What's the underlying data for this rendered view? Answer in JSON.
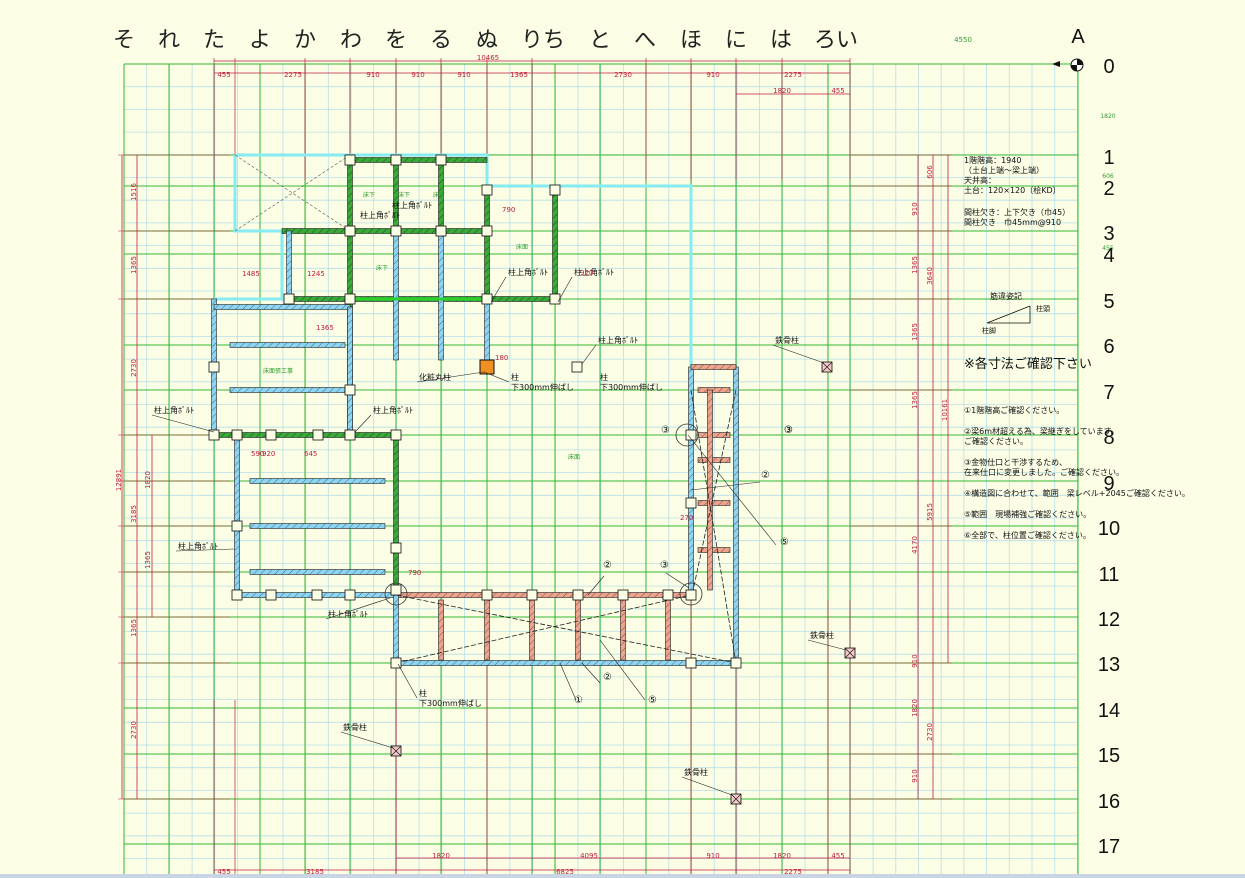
{
  "column_labels": [
    "そ",
    "れ",
    "た",
    "よ",
    "か",
    "わ",
    "を",
    "る",
    "ぬ",
    "り",
    "ち",
    "と",
    "へ",
    "ほ",
    "に",
    "は",
    "ろ",
    "い"
  ],
  "corner_column_label": "A",
  "row_labels": [
    "0",
    "1",
    "2",
    "3",
    "4",
    "5",
    "6",
    "7",
    "8",
    "9",
    "10",
    "11",
    "12",
    "13",
    "14",
    "15",
    "16",
    "17"
  ],
  "top_dims": {
    "overall": "10465",
    "partial_right": "4550",
    "segments": [
      "455",
      "2275",
      "910",
      "910",
      "910",
      "1365",
      "2730",
      "910",
      "2275"
    ],
    "upper_right": [
      "1820",
      "455"
    ]
  },
  "bottom_dims": {
    "row1": [
      "1820",
      "4095",
      "910",
      "1820",
      "455"
    ],
    "row2": [
      "455",
      "3185",
      "6825",
      "2275"
    ]
  },
  "left_dims": [
    "1516",
    "1365",
    "2730",
    "1820",
    "3185",
    "12891",
    "1365",
    "1365",
    "2730"
  ],
  "right_dims": [
    "606",
    "910",
    "1365",
    "3640",
    "1365",
    "1365",
    "10161",
    "4170",
    "5915",
    "910",
    "1820",
    "2730",
    "910"
  ],
  "right_axis_dims": [
    "1820",
    "606",
    "455"
  ],
  "inner_dims": [
    "1485",
    "1245",
    "920",
    "645",
    "590",
    "1365",
    "790",
    "180",
    "270",
    "790",
    "920"
  ],
  "notes": {
    "header": [
      "1階階高：1940",
      "（土台上端～梁上端）",
      "天井高：",
      "土台：120×120（桧KD）"
    ],
    "timber": [
      "間柱欠き：上下欠き（巾45）",
      "間柱欠き　巾45mm@910"
    ],
    "warning": "※各寸法ご確認下さい",
    "items": [
      [
        "①1階階高ご確認ください。"
      ],
      [
        "②梁6m材超える為、梁継ぎをしています。",
        "ご確認ください。"
      ],
      [
        "③金物仕口と干渉するため、",
        "在来仕口に変更しました。ご確認ください。"
      ],
      [
        "④構造図に合わせて、範囲　梁レベル+2045ご確認ください。"
      ],
      [
        "⑤範囲　現場補強ご確認ください。"
      ],
      [
        "⑥全部で、柱位置ご確認ください。"
      ]
    ]
  },
  "frame_sketch": {
    "title": "筋違姿記",
    "labels": [
      "柱頭",
      "柱脚"
    ]
  },
  "annotations": {
    "kanamono": "柱上角ﾎﾞﾙﾄ",
    "steel_column": "鉄骨柱",
    "column": "柱",
    "extend": "下300mm伸ばし",
    "decor_column": "化粧丸柱"
  },
  "room_labels": [
    "床下",
    "床下",
    "床下",
    "床下",
    "床面",
    "床面",
    "床面張工事"
  ],
  "circle_marks": [
    "①",
    "②",
    "③",
    "④",
    "⑤"
  ],
  "colors": {
    "background": "#fbfde4",
    "grid_major": "#35b935",
    "grid_minor": "#b8dfe8",
    "dimension": "#c02040",
    "beam_green": "#3aaa3a",
    "beam_blue": "#8ed5f2",
    "beam_salmon": "#eba58e",
    "outline_cyan": "#86ecf2",
    "decor_column": "#f09020"
  }
}
